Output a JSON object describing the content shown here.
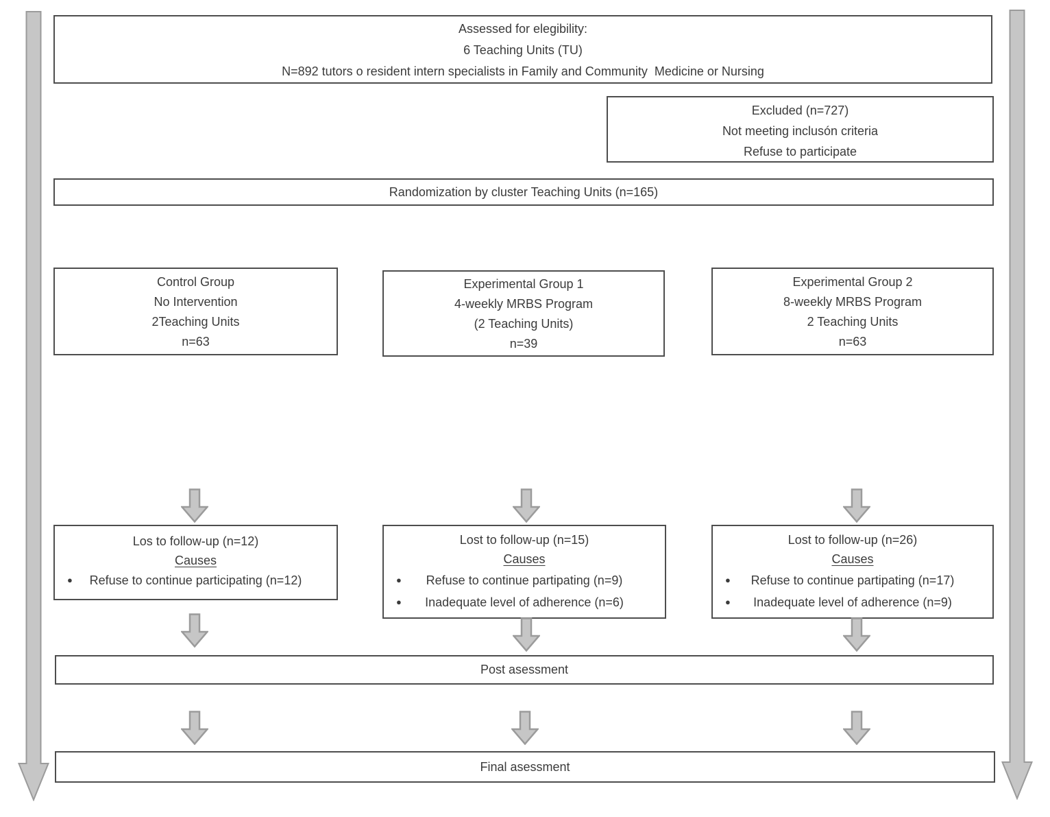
{
  "colors": {
    "box_border": "#4d4d4d",
    "arrow_fill": "#c6c6c6",
    "arrow_stroke": "#9b9b9b",
    "text": "#3b3b3b",
    "page_bg": "#ffffff"
  },
  "icons": {
    "bullet": "●",
    "down_arrow": "block-down-arrow",
    "timeline_arrow": "long-down-arrow"
  },
  "boxes": {
    "assessed": {
      "lines": [
        "Assessed for elegibility:",
        "6 Teaching Units (TU)",
        "N=892 tutors o resident intern specialists in Family and Community  Medicine or Nursing"
      ]
    },
    "excluded": {
      "lines": [
        "Excluded (n=727)",
        "Not meeting inclusón criteria",
        "Refuse to participate"
      ]
    },
    "randomization": {
      "label": "Randomization by cluster Teaching Units (n=165)"
    },
    "groups": [
      {
        "lines": [
          "Control Group",
          "No Intervention",
          "2Teaching Units",
          "n=63"
        ]
      },
      {
        "lines": [
          "Experimental Group 1",
          "4-weekly MRBS Program",
          "(2 Teaching Units)",
          "n=39"
        ]
      },
      {
        "lines": [
          "Experimental Group 2",
          "8-weekly MRBS Program",
          "2 Teaching Units",
          "n=63"
        ]
      }
    ],
    "lost": [
      {
        "title": "Los to follow-up (n=12)",
        "causes_label": "Causes",
        "items": [
          "Refuse to continue participating (n=12)"
        ]
      },
      {
        "title": "Lost to follow-up (n=15)",
        "causes_label": "Causes",
        "items": [
          "Refuse to continue partipating (n=9)",
          "Inadequate level of adherence (n=6)"
        ]
      },
      {
        "title": "Lost to follow-up (n=26)",
        "causes_label": "Causes",
        "items": [
          "Refuse to continue partipating (n=17)",
          "Inadequate level of adherence (n=9)"
        ]
      }
    ],
    "post": {
      "label": "Post asessment"
    },
    "final": {
      "label": "Final asessment"
    }
  }
}
